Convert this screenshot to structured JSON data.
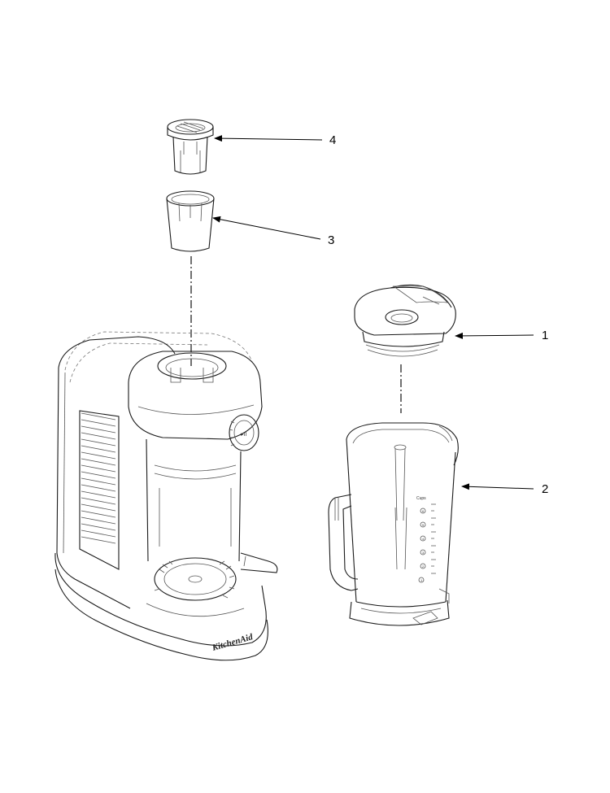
{
  "diagram": {
    "callouts": [
      {
        "id": "1",
        "label": "1"
      },
      {
        "id": "2",
        "label": "2"
      },
      {
        "id": "3",
        "label": "3"
      },
      {
        "id": "4",
        "label": "4"
      }
    ],
    "pitcher_scale": [
      "Cups",
      "6",
      "5",
      "4",
      "3",
      "2",
      "1"
    ],
    "base_logo_text": "KitchenAid"
  }
}
